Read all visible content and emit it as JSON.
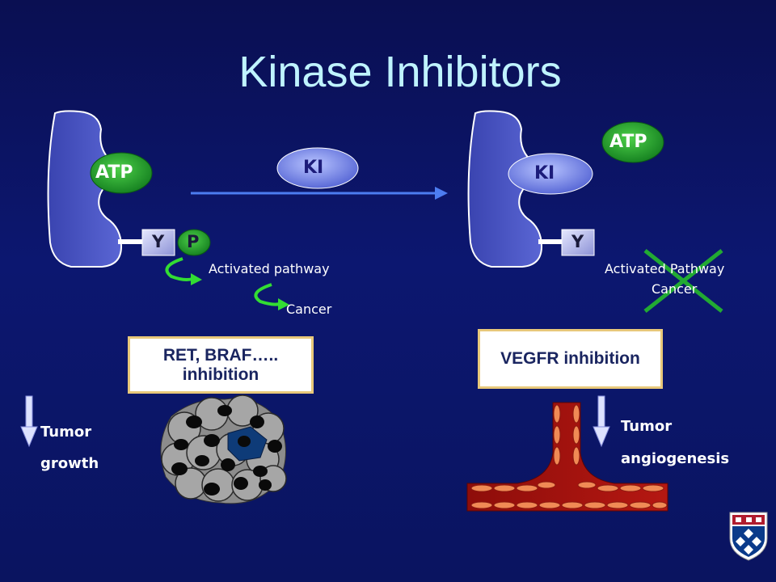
{
  "title": "Kinase Inhibitors",
  "left_kinase": {
    "atp_label": "ATP",
    "residue_label": "Y",
    "phospho_label": "P",
    "pathway_label": "Activated pathway",
    "outcome_label": "Cancer"
  },
  "inhibitor_label": "KI",
  "right_kinase": {
    "atp_label": "ATP",
    "inhibitor_label": "KI",
    "residue_label": "Y",
    "pathway_label": "Activated Pathway",
    "outcome_label": "Cancer"
  },
  "left_box": {
    "line1": "RET, BRAF…..",
    "line2": "inhibition"
  },
  "right_box": {
    "label": "VEGFR inhibition"
  },
  "left_effect": {
    "line1": "Tumor",
    "line2": "growth"
  },
  "right_effect": {
    "line1": "Tumor",
    "line2": "angiogenesis"
  },
  "colors": {
    "kinase": "#4a56c4",
    "atp": "#1e9c2e",
    "inhibitor": "#5a6fd8",
    "cross": "#22aa33",
    "box_border": "#e8c87a",
    "title": "#bff3ff"
  },
  "icons": {
    "logo": "university-shield-icon"
  }
}
